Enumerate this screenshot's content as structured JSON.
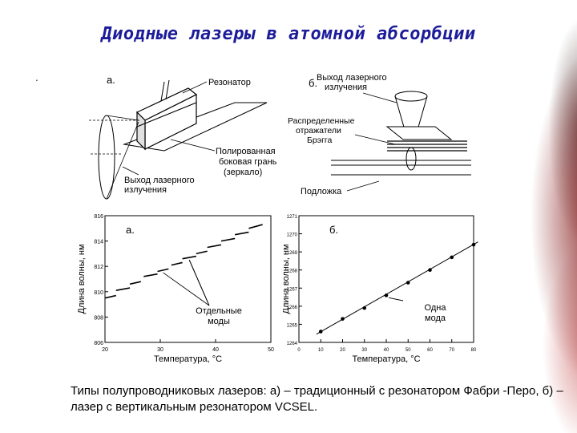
{
  "slide": {
    "title": "Диодные лазеры в атомной абсорбции",
    "bullet": ".",
    "caption": "Типы полупроводниковых лазеров: а) – традиционный с резонатором Фабри -Перо, б) – лазер с вертикальным резонатором VCSEL."
  },
  "panel_tl": {
    "letter": "а.",
    "label_resonator": "Резонатор",
    "label_facet": [
      "Полированная",
      "боковая грань",
      "(зеркало)"
    ],
    "label_output": [
      "Выход лазерного",
      "излучения"
    ]
  },
  "panel_tr": {
    "letter": "б.",
    "label_output": [
      "Выход лазерного",
      "излучения"
    ],
    "label_bragg": [
      "Распределенные",
      "отражатели",
      "Брэгга"
    ],
    "label_substrate": "Подложка"
  },
  "chart_data": [
    {
      "type": "line",
      "panel_letter": "а.",
      "xlabel": "Температура, °С",
      "ylabel": "Длина волны, нм",
      "xlim": [
        20,
        50
      ],
      "ylim": [
        806,
        816
      ],
      "x_ticks": [
        "20",
        "30",
        "40",
        "50"
      ],
      "y_ticks": [
        "806",
        "808",
        "810",
        "812",
        "814",
        "816"
      ],
      "annotation": [
        "Отдельные",
        "моды"
      ],
      "mode_segments": [
        {
          "x": [
            20.0,
            22.0
          ],
          "y": [
            809.5,
            809.7
          ]
        },
        {
          "x": [
            22.0,
            24.5
          ],
          "y": [
            810.1,
            810.3
          ]
        },
        {
          "x": [
            24.5,
            26.5
          ],
          "y": [
            810.6,
            810.8
          ]
        },
        {
          "x": [
            27.0,
            29.5
          ],
          "y": [
            811.2,
            811.4
          ]
        },
        {
          "x": [
            29.5,
            31.5
          ],
          "y": [
            811.6,
            811.8
          ]
        },
        {
          "x": [
            32.0,
            34.0
          ],
          "y": [
            812.1,
            812.3
          ]
        },
        {
          "x": [
            34.0,
            36.5
          ],
          "y": [
            812.6,
            812.8
          ]
        },
        {
          "x": [
            36.5,
            38.5
          ],
          "y": [
            813.0,
            813.2
          ]
        },
        {
          "x": [
            38.5,
            41.0
          ],
          "y": [
            813.5,
            813.7
          ]
        },
        {
          "x": [
            41.0,
            43.5
          ],
          "y": [
            814.0,
            814.2
          ]
        },
        {
          "x": [
            43.5,
            46.0
          ],
          "y": [
            814.5,
            814.7
          ]
        },
        {
          "x": [
            46.0,
            48.5
          ],
          "y": [
            815.0,
            815.3
          ]
        }
      ]
    },
    {
      "type": "scatter",
      "panel_letter": "б.",
      "xlabel": "Температура, °С",
      "ylabel": "Длина волны, нм",
      "xlim": [
        0,
        80
      ],
      "ylim": [
        1264,
        1271
      ],
      "x_ticks": [
        "0",
        "10",
        "20",
        "30",
        "40",
        "50",
        "60",
        "70",
        "80"
      ],
      "y_ticks": [
        "1264",
        "1265",
        "1266",
        "1267",
        "1268",
        "1269",
        "1270",
        "1271"
      ],
      "annotation": [
        "Одна",
        "мода"
      ],
      "x": [
        10,
        20,
        30,
        40,
        50,
        60,
        70,
        80
      ],
      "y": [
        1264.6,
        1265.3,
        1265.9,
        1266.6,
        1267.3,
        1268.0,
        1268.7,
        1269.4
      ],
      "fit_line": {
        "x": [
          8,
          82
        ],
        "y": [
          1264.45,
          1269.55
        ]
      }
    }
  ]
}
